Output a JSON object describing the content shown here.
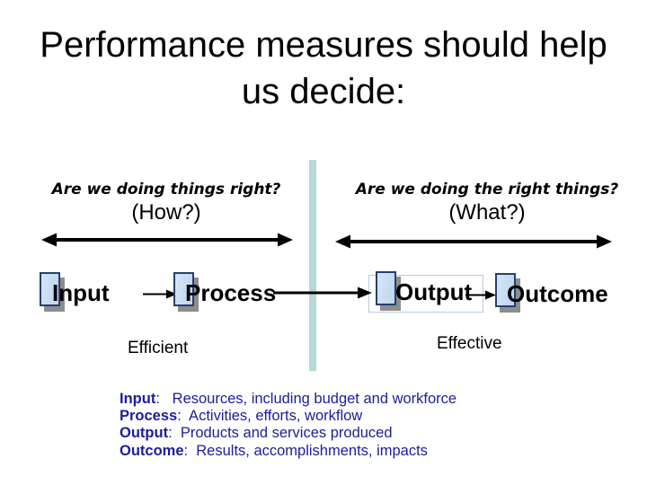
{
  "title": {
    "line1": "Performance measures should help",
    "line2": "us decide:"
  },
  "left_section": {
    "question": "Are we doing things right?",
    "sub": "(How?)",
    "label": "Efficient"
  },
  "right_section": {
    "question": "Are we doing the right things?",
    "sub": "(What?)",
    "label": "Effective"
  },
  "flow": {
    "nodes": [
      "Input",
      "Process",
      "Output",
      "Outcome"
    ]
  },
  "definitions": [
    {
      "term": "Input",
      "rest": ":   Resources, including budget and workforce"
    },
    {
      "term": "Process",
      "rest": ":  Activities, efforts, workflow"
    },
    {
      "term": "Output",
      "rest": ":  Products and services produced"
    },
    {
      "term": "Outcome",
      "rest": ":  Results, accomplishments, impacts"
    }
  ],
  "colors": {
    "divider": "#b7d8db",
    "bullet_fill": "#c9dcf2",
    "bullet_border": "#24406e",
    "bullet_shadow": "#8d8d8d",
    "output_box_border": "#b6cbe4",
    "definition_text": "#1c1c9e",
    "arrow": "#000000"
  }
}
